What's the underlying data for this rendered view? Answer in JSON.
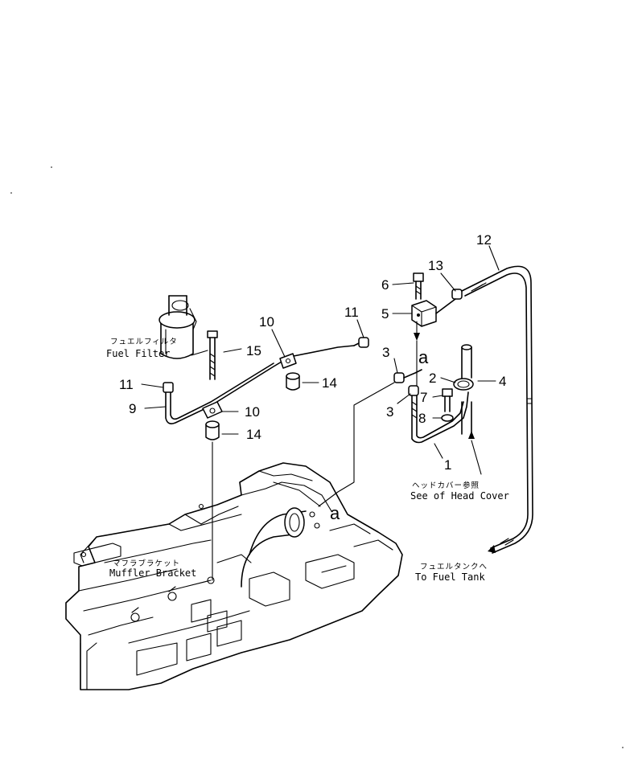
{
  "labels": {
    "fuel_filter_jp": "フュエルフィルタ",
    "fuel_filter_en": "Fuel Filter",
    "muffler_bracket_jp": "マフラブラケット",
    "muffler_bracket_en": "Muffler Bracket",
    "head_cover_jp": "ヘッドカバー参照",
    "head_cover_en": "See of Head Cover",
    "fuel_tank_jp": "フュエルタンクへ",
    "fuel_tank_en": "To Fuel Tank"
  },
  "marks": {
    "a_upper": "a",
    "a_lower": "a"
  },
  "parts": {
    "p1": "1",
    "p2": "2",
    "p3_upper": "3",
    "p3_lower": "3",
    "p4": "4",
    "p5": "5",
    "p6": "6",
    "p7": "7",
    "p8": "8",
    "p9": "9",
    "p10_upper": "10",
    "p10_lower": "10",
    "p11_left": "11",
    "p11_right": "11",
    "p12": "12",
    "p13": "13",
    "p14_right": "14",
    "p14_lower": "14",
    "p15": "15"
  }
}
